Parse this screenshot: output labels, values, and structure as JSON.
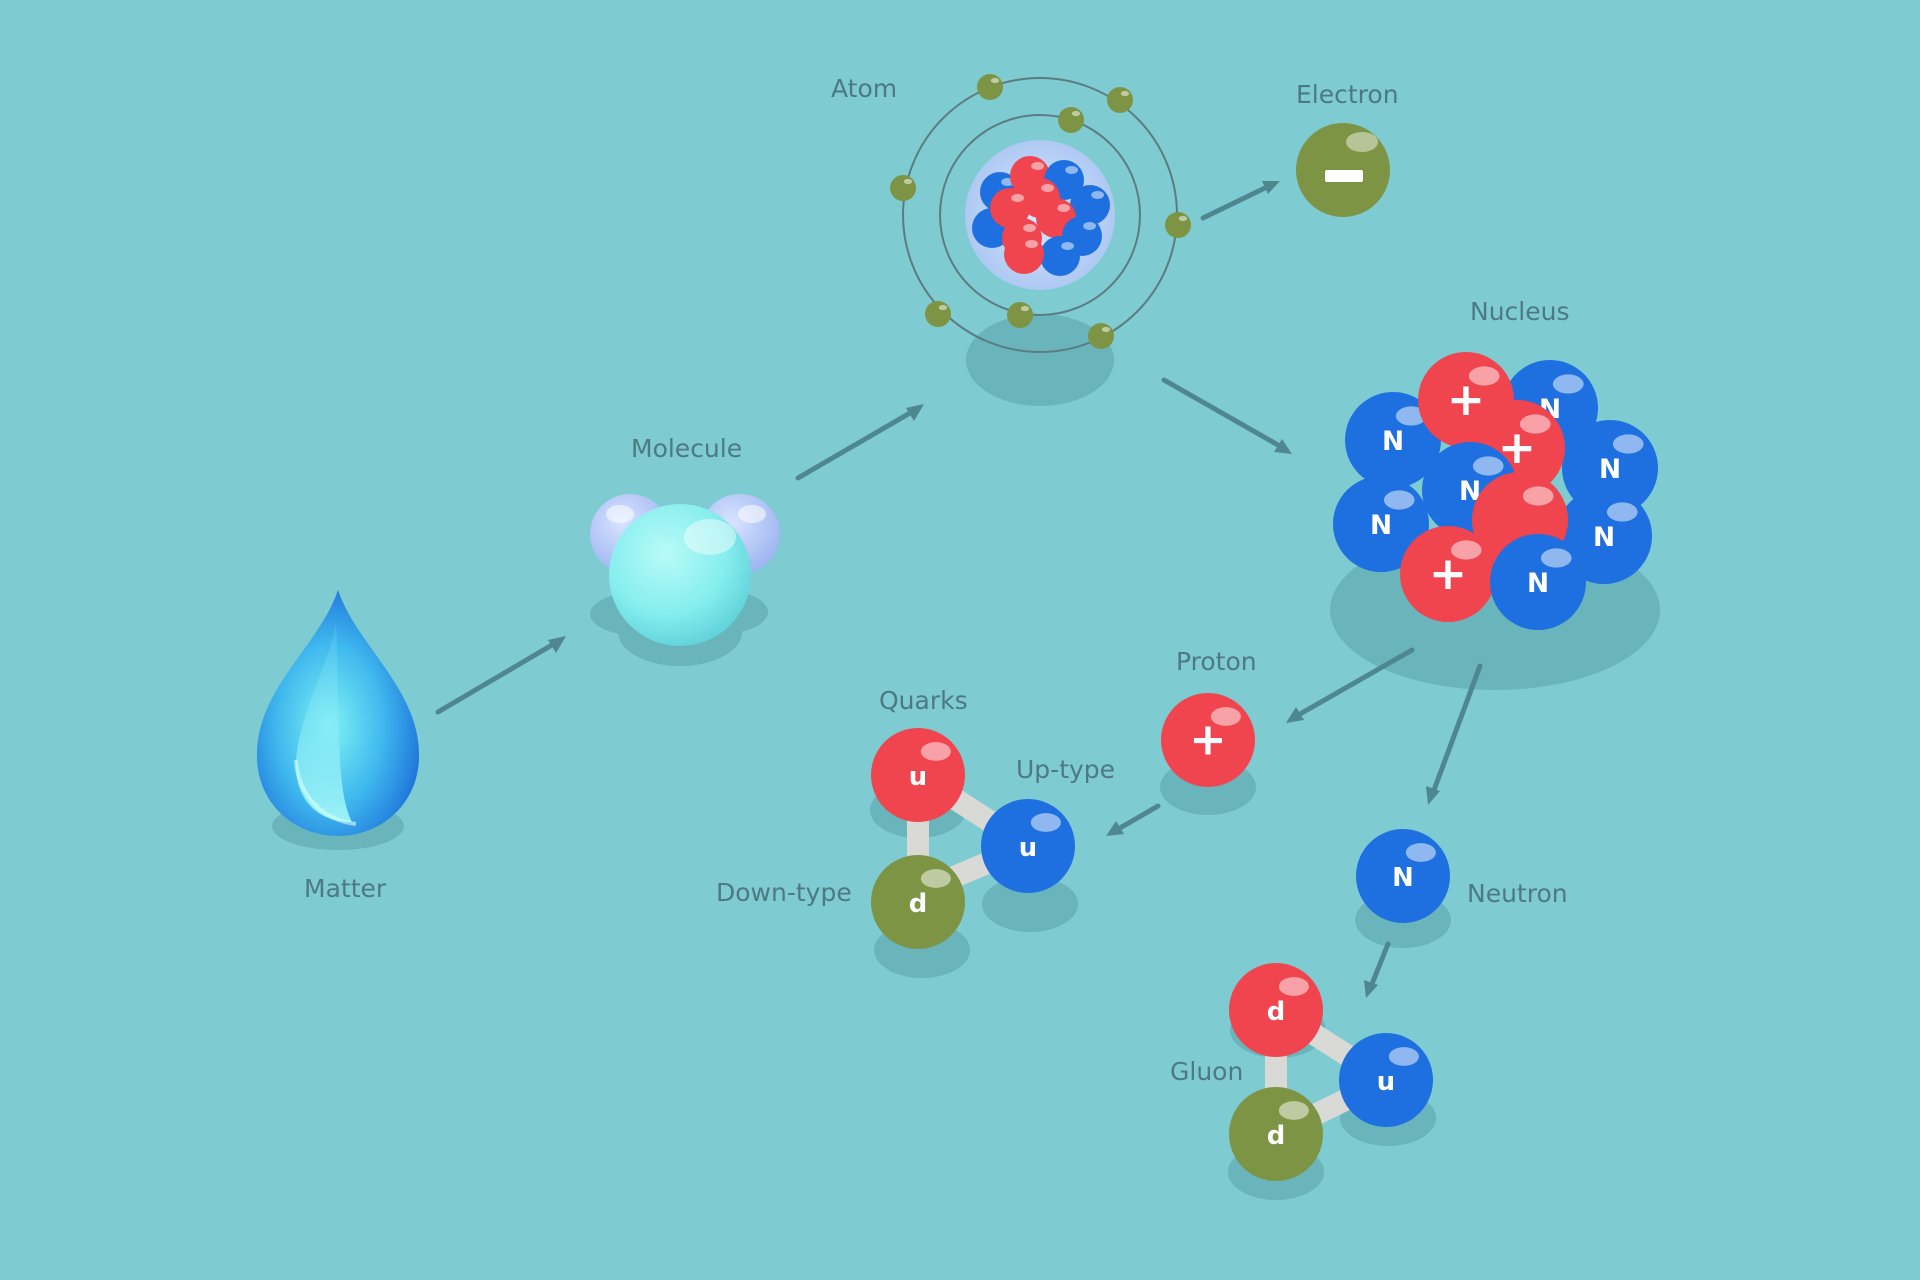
{
  "colors": {
    "background": "#7ecbd2",
    "proton": "#f0444e",
    "neutron": "#1e6fe0",
    "electron": "#7c9444",
    "down_quark": "#7c9444",
    "label": "#4d7a82",
    "arrow": "#4f8790"
  },
  "labels": {
    "matter": "Matter",
    "molecule": "Molecule",
    "atom": "Atom",
    "electron": "Electron",
    "nucleus": "Nucleus",
    "proton": "Proton",
    "neutron": "Neutron",
    "quarks": "Quarks",
    "up_type": "Up-type",
    "down_type": "Down-type",
    "gluon": "Gluon"
  },
  "symbols": {
    "plus": "+",
    "minus": "−",
    "neutron": "N",
    "up": "u",
    "down": "d"
  },
  "icons": [
    "water-drop-icon",
    "molecule-icon",
    "atom-icon",
    "electron-icon",
    "nucleus-icon",
    "proton-icon",
    "neutron-icon",
    "quark-triplet-icon"
  ]
}
